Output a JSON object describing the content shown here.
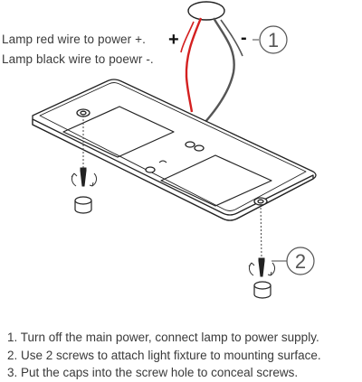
{
  "labels": {
    "red_wire": "Lamp red wire to power +.",
    "black_wire": "Lamp black wire to poewr -.",
    "plus_sign": "+",
    "minus_sign": "-",
    "step_one_marker": "1",
    "step_two_marker": "2"
  },
  "instructions": [
    "1. Turn off the main power, connect lamp to power supply.",
    "2. Use 2 screws to attach light fixture to mounting surface.",
    "3. Put the caps into the screw hole to conceal screws."
  ],
  "colors": {
    "red_wire": "#d42020",
    "black_wire": "#555555",
    "outline": "#222222"
  },
  "icons": [
    "ceiling-box-icon",
    "screw-icon",
    "rotate-arrow-icon",
    "screw-cap-icon",
    "circled-number-icon"
  ]
}
